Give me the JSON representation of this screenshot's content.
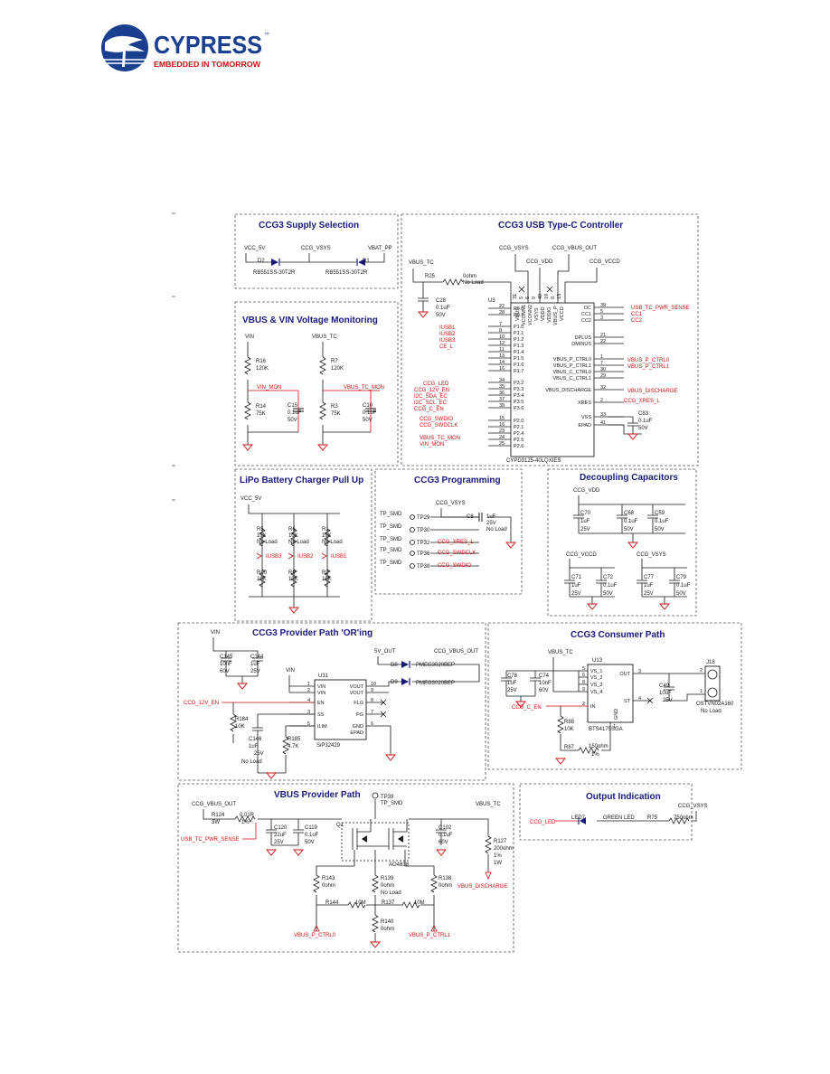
{
  "brand": {
    "name": "CYPRESS",
    "tagline": "EMBEDDED IN TOMORROW",
    "trademark": "™",
    "colors": {
      "navy": "#1b3f8f",
      "accent": "#cc1111"
    }
  },
  "sections": {
    "supply": {
      "title": "CCG3 Supply Selection",
      "nets": [
        "VCC_5V",
        "CCG_VSYS",
        "VBAT_PP"
      ],
      "parts": [
        "D2",
        "D1",
        "RB551SS-30T2R",
        "RB551SS-30T2R"
      ]
    },
    "controller": {
      "title": "CCG3 USB Type-C Controller",
      "top_nets": [
        "VBUS_TC",
        "CCG_VSYS",
        "CCG_VBUS_OUT",
        "CCG_VDD",
        "CCG_VCCD"
      ],
      "r25": [
        "R25",
        "0ohm",
        "No Load"
      ],
      "c28": [
        "C28",
        "0.1uF",
        "50V"
      ],
      "u3": "U3",
      "part_number": "CYPD3125-40LQXIES",
      "vert_pins": [
        "VBUS",
        "VCONN1",
        "VCONN2",
        "VSYS",
        "VDDD",
        "VDDIO",
        "VBUS_P",
        "VCCD"
      ],
      "top_pin_nums": [
        "31",
        "5",
        "6",
        "9",
        "40",
        "19",
        "8",
        "13"
      ],
      "left_pins": [
        [
          "P0.0",
          "22"
        ],
        [
          "P0.1",
          "28"
        ],
        [
          "P1.0",
          "7"
        ],
        [
          "P1.1",
          "8"
        ],
        [
          "P1.2",
          "10"
        ],
        [
          "P1.3",
          "12"
        ],
        [
          "P1.4",
          "11"
        ],
        [
          "P1.5",
          "13"
        ],
        [
          "P1.6",
          "14"
        ],
        [
          "P1.7",
          "16"
        ],
        [
          "P3.2",
          "34"
        ],
        [
          "P3.3",
          "35"
        ],
        [
          "P3.4",
          "36"
        ],
        [
          "P3.5",
          "37"
        ],
        [
          "P3.6",
          "38"
        ],
        [
          "P2.0",
          "15"
        ],
        [
          "P2.1",
          "16"
        ],
        [
          "P2.4",
          "23"
        ],
        [
          "P2.5",
          "24"
        ],
        [
          "P2.6",
          "25"
        ]
      ],
      "left_nets": [
        "IUSB1",
        "IUSB2",
        "IUSB3",
        "CE_L",
        "CCG_LED",
        "CCG_12V_EN",
        "I2C_SDA_EC",
        "I2C_SCL_EC",
        "CCG_C_EN",
        "CCG_SWDIO",
        "CCG_SWDCLK",
        "VBUS_TC_MON",
        "VIN_MON"
      ],
      "right_pins": [
        [
          "OC",
          "39"
        ],
        [
          "CC1",
          "5"
        ],
        [
          "CC2",
          "3"
        ],
        [
          "DPLUS",
          "21"
        ],
        [
          "DMINUS",
          "22"
        ],
        [
          "VBUS_P_CTRL0",
          "1"
        ],
        [
          "VBUS_P_CTRL1",
          "7"
        ],
        [
          "VBUS_C_CTRL0",
          "30"
        ],
        [
          "VBUS_C_CTRL1",
          "29"
        ],
        [
          "VBUS_DISCHARGE",
          "32"
        ],
        [
          "XRES",
          "2"
        ],
        [
          "VSS",
          "33"
        ],
        [
          "EPAD",
          "41"
        ]
      ],
      "right_nets": [
        "USB_TC_PWR_SENSE",
        "CC1",
        "CC2",
        "VBUS_P_CTRL0",
        "VBUS_P_CTRL1",
        "VBUS_DISCHARGE",
        "CCG_XRES_L"
      ],
      "c83": [
        "C83",
        "0.1uF",
        "50V"
      ]
    },
    "monitor": {
      "title": "VBUS & VIN Voltage Monitoring",
      "nets": [
        "VIN",
        "VBUS_TC",
        "VIN_MON",
        "VBUS_TC_MON"
      ],
      "r16": [
        "R16",
        "120K"
      ],
      "r7": [
        "R7",
        "120K"
      ],
      "r14": [
        "R14",
        "75K"
      ],
      "r3": [
        "R3",
        "75K"
      ],
      "c15": [
        "C15",
        "0.1uF",
        "50V"
      ],
      "c10": [
        "C10",
        "0.1uF",
        "50V"
      ]
    },
    "pullup": {
      "title": "LiPo Battery Charger Pull Up",
      "net": "VCC_5V",
      "top_res": [
        [
          "R5",
          "10K",
          "No Load"
        ],
        [
          "R6",
          "10K",
          "No Load"
        ],
        [
          "R1",
          "10K",
          "No Load"
        ]
      ],
      "nets": [
        "IUSB3",
        "IUSB2",
        "IUSB1"
      ],
      "bot_res": [
        [
          "R10",
          "10K"
        ],
        [
          "R9",
          "10K"
        ],
        [
          "R2",
          "10K"
        ]
      ]
    },
    "programming": {
      "title": "CCG3 Programming",
      "net": "CCG_VSYS",
      "tps": [
        [
          "TP_SMD",
          "TP29"
        ],
        [
          "TP_SMD",
          "TP30"
        ],
        [
          "TP_SMD",
          "TP32"
        ],
        [
          "TP_SMD",
          "TP36"
        ],
        [
          "TP_SMD",
          "TP38"
        ]
      ],
      "tp_nets": [
        "CCG_XRES_L",
        "CCG_SWDCLK",
        "CCG_SWDIO"
      ],
      "c8": [
        "C8",
        "1uF",
        "25V",
        "No Load"
      ]
    },
    "decoupling": {
      "title": "Decoupling Capacitors",
      "nets": [
        "CCG_VDD",
        "CCG_VCCD",
        "CCG_VSYS"
      ],
      "row1": [
        [
          "C70",
          "1uF",
          "25V"
        ],
        [
          "C68",
          "0.1uF",
          "50V"
        ],
        [
          "C59",
          "0.1uF",
          "50V"
        ]
      ],
      "row2": [
        [
          "C71",
          "1uF",
          "25V"
        ],
        [
          "C72",
          "0.1uF",
          "50V"
        ],
        [
          "C77",
          "1uF",
          "25V"
        ],
        [
          "C79",
          "0.1uF",
          "50V"
        ]
      ]
    },
    "provider_oring": {
      "title": "CCG3 Provider Path 'OR'ing",
      "nets": [
        "VIN",
        "5V_OUT",
        "CCG_VBUS_OUT",
        "CCG_12V_EN"
      ],
      "c145": [
        "C145",
        "10nF",
        "60V"
      ],
      "c144": [
        "C144",
        "1uF",
        "25V"
      ],
      "u31": "U31",
      "part": "SiP32429",
      "pins_left": [
        [
          "VIN",
          "1"
        ],
        [
          "VIN",
          "2"
        ],
        [
          "EN",
          "4"
        ],
        [
          "SS",
          "3"
        ],
        [
          "ILIM",
          "5"
        ]
      ],
      "pins_right": [
        [
          "VOUT",
          "10"
        ],
        [
          "VOUT",
          "9"
        ],
        [
          "FLG",
          "8"
        ],
        [
          "PG",
          "7"
        ],
        [
          "GND",
          "6"
        ],
        [
          "EPAD",
          ""
        ]
      ],
      "d8": [
        "D8",
        "PMEG3020BEP"
      ],
      "d9": [
        "D9",
        "PMEG3020BEP"
      ],
      "r184": [
        "R184",
        "10K"
      ],
      "c146": [
        "C146",
        "1uF",
        "25V",
        "No Load"
      ],
      "r185": [
        "R185",
        "4.7K"
      ]
    },
    "consumer": {
      "title": "CCG3 Consumer Path",
      "nets": [
        "VBUS_TC",
        "CCG_C_EN"
      ],
      "c78": [
        "C78",
        "1uF",
        "25V"
      ],
      "c74": [
        "C74",
        "10nF",
        "60V"
      ],
      "u13": "U13",
      "part": "BTS4175SGA",
      "pins_left": [
        [
          "VS_1",
          "5"
        ],
        [
          "VS_2",
          "6"
        ],
        [
          "VS_3",
          "8"
        ],
        [
          "VS_4",
          "9"
        ],
        [
          "IN",
          "2"
        ]
      ],
      "pins_right": [
        [
          "OUT",
          "3"
        ],
        [
          "ST",
          "4"
        ],
        [
          "GND",
          "1"
        ]
      ],
      "r88": [
        "R88",
        "10K"
      ],
      "r87": [
        "R87",
        "150ohm",
        "1%"
      ],
      "c49": [
        "C49",
        "10uF",
        "25V"
      ],
      "j18": [
        "J18",
        "OSTVN02A160",
        "No Load"
      ]
    },
    "provider_path": {
      "title": "VBUS Provider Path",
      "nets": [
        "CCG_VBUS_OUT",
        "VBUS_TC",
        "USB_TC_PWR_SENSE",
        "VBUS_DISCHARGE",
        "VBUS_P_CTRL0",
        "VBUS_P_CTRL1"
      ],
      "tp39": [
        "TP39",
        "TP_SMD"
      ],
      "r124": [
        "R124",
        "0.01R",
        "3W",
        "1%"
      ],
      "c120": [
        "C120",
        "22uF",
        "25V"
      ],
      "c119": [
        "C119",
        "0.1uF",
        "50V"
      ],
      "q1": [
        "Q1",
        "AO4838"
      ],
      "c102": [
        "C102",
        "0.1uF",
        "60V"
      ],
      "r127": [
        "R127",
        "200ohm",
        "1%",
        "1W"
      ],
      "r143": [
        "R143",
        "0ohm"
      ],
      "r139": [
        "R139",
        "0ohm",
        "No Load"
      ],
      "r138": [
        "R138",
        "0ohm"
      ],
      "r144": [
        "R144",
        "10M"
      ],
      "r137": [
        "R137",
        "10M"
      ],
      "r140": [
        "R140",
        "0ohm"
      ]
    },
    "indication": {
      "title": "Output Indication",
      "nets": [
        "CCG_VSYS",
        "CCG_LED"
      ],
      "led": [
        "LED7",
        "GREEN LED"
      ],
      "r75": [
        "R75",
        "750ohm"
      ]
    }
  }
}
